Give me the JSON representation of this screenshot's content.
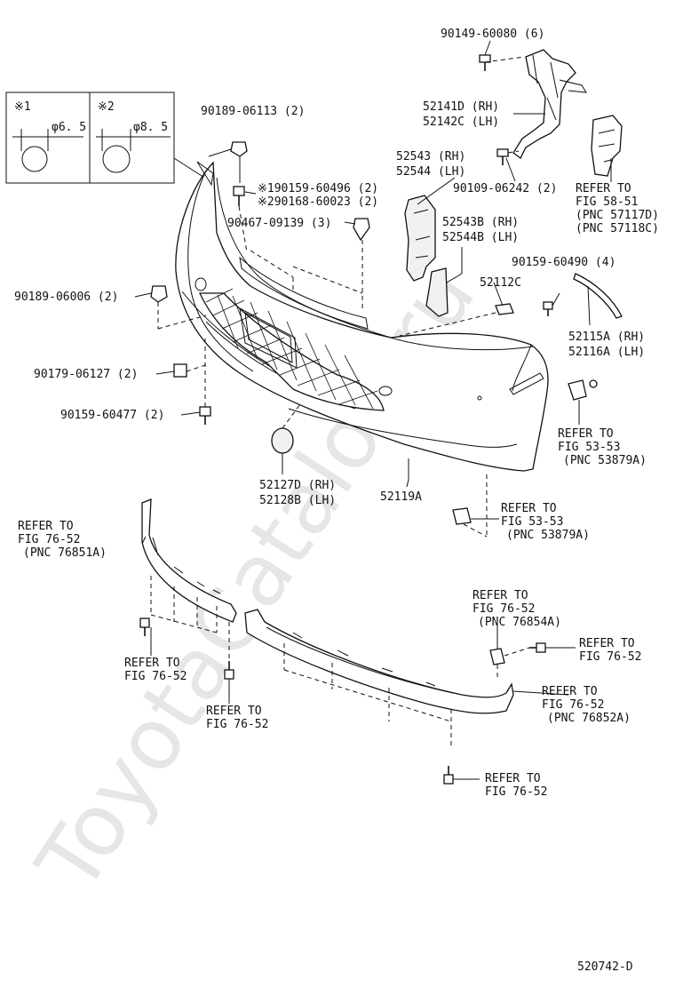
{
  "watermark": "ToyotaCatalog.ru",
  "diagram_code": "520742-D",
  "inset": {
    "left_mark": "※1",
    "left_dim": "φ6. 5",
    "right_mark": "※2",
    "right_dim": "φ8. 5"
  },
  "labels": {
    "p90149_60080": "90149-60080 (6)",
    "p52141d": "52141D (RH)",
    "p52142c": "52142C (LH)",
    "p52543": "52543 (RH)",
    "p52544": "52544 (LH)",
    "p90109_06242": "90109-06242 (2)",
    "refer_58_51_a": "REFER TO",
    "refer_58_51_b": "FIG 58-51",
    "refer_58_51_c": "(PNC 57117D)",
    "refer_58_51_d": "(PNC 57118C)",
    "p90189_06113": "90189-06113 (2)",
    "p190159_60496": "※190159-60496 (2)",
    "p290168_60023": "※290168-60023 (2)",
    "p90467_09139": "90467-09139 (3)",
    "p52543b": "52543B (RH)",
    "p52544b": "52544B (LH)",
    "p90159_60490": "90159-60490 (4)",
    "p52112c": "52112C",
    "p90189_06006": "90189-06006 (2)",
    "p52115a": "52115A (RH)",
    "p52116a": "52116A (LH)",
    "p90179_06127": "90179-06127 (2)",
    "p90159_60477": "90159-60477 (2)",
    "refer_53_53_1a": "REFER TO",
    "refer_53_53_1b": "FIG 53-53",
    "refer_53_53_1c": "(PNC 53879A)",
    "p52127d": "52127D (RH)",
    "p52128b": "52128B (LH)",
    "p52119a": "52119A",
    "refer_53_53_2a": "REFER TO",
    "refer_53_53_2b": "FIG 53-53",
    "refer_53_53_2c": "(PNC 53879A)",
    "refer_76851a_a": "REFER TO",
    "refer_76851a_b": "FIG 76-52",
    "refer_76851a_c": "(PNC 76851A)",
    "refer_76854a_a": "REFER TO",
    "refer_76854a_b": "FIG 76-52",
    "refer_76854a_c": "(PNC 76854A)",
    "refer_76_52_r_a": "REFER TO",
    "refer_76_52_r_b": "FIG 76-52",
    "refer_76_52_l1_a": "REFER TO",
    "refer_76_52_l1_b": "FIG 76-52",
    "refer_76852a_a": "REFER TO",
    "refer_76852a_b": "FIG 76-52",
    "refer_76852a_c": "(PNC 76852A)",
    "refer_76_52_l2_a": "REFER TO",
    "refer_76_52_l2_b": "FIG 76-52",
    "refer_76_52_b_a": "REFER TO",
    "refer_76_52_b_b": "FIG 76-52"
  }
}
